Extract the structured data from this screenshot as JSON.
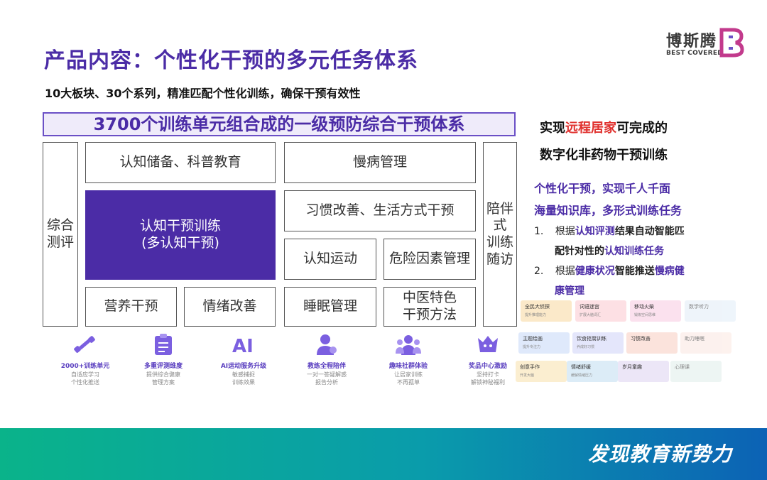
{
  "title": "产品内容：个性化干预的多元任务体系",
  "subtitle": "10大板块、30个系列，精准匹配个性化训练，确保干预有效性",
  "brand": {
    "name_cn": "博斯腾",
    "name_en": "BEST COVERED"
  },
  "banner": "3700个训练单元组合成的一级预防综合干预体系",
  "grid": {
    "left": "综合\n测评",
    "right": "陪伴\n式\n训练\n随访",
    "cognitive_reserve": "认知储备、科普教育",
    "intervention": "认知干预训练\n(多认知干预)",
    "nutrition": "营养干预",
    "emotion": "情绪改善",
    "chronic": "慢病管理",
    "habits": "习惯改善、生活方式干预",
    "exercise": "认知运动",
    "risk": "危险因素管理",
    "sleep": "睡眠管理",
    "tcm": "中医特色\n干预方法"
  },
  "features": [
    {
      "icon": "dumbbell-icon",
      "title": "2000+训练单元",
      "desc": "自适应学习\n个性化推送"
    },
    {
      "icon": "clipboard-icon",
      "title": "多重评测维度",
      "desc": "提供综合健康\n管理方案"
    },
    {
      "icon": "ai-icon",
      "title": "AI运动服务升级",
      "desc": "敏感捕捉\n训练效果"
    },
    {
      "icon": "coach-icon",
      "title": "教练全程陪伴",
      "desc": "一对一答疑解惑\n报告分析"
    },
    {
      "icon": "group-icon",
      "title": "趣味社群体验",
      "desc": "让居家训练\n不再孤单"
    },
    {
      "icon": "gift-icon",
      "title": "奖品中心激励",
      "desc": "坚持打卡\n解锁神秘福利"
    }
  ],
  "right": {
    "heading_1_pre": "实现",
    "heading_1_accent": "远程居家",
    "heading_1_post": "可完成的",
    "heading_2": "数字化非药物干预训练",
    "point_1": "个性化干预，实现千人千面",
    "point_2": "海量知识库，多形式训练任务",
    "item_1_num": "1.",
    "item_1_a": "根据",
    "item_1_b": "认知评测",
    "item_1_c": "结果自动智能匹",
    "item_1_d": "配针对性的",
    "item_1_e": "认知训练任务",
    "item_2_num": "2.",
    "item_2_a": "根据",
    "item_2_b": "健康状况",
    "item_2_c": "智能推送",
    "item_2_d": "慢病健",
    "item_2_e": "康管理"
  },
  "cards": [
    {
      "label": "全民大侦探",
      "sub": "提升推理能力",
      "bg": "#fbe9c9"
    },
    {
      "label": "词语迷宫",
      "sub": "扩展大脑词汇",
      "bg": "#fde0e4"
    },
    {
      "label": "移动火柴",
      "sub": "锻炼空间思维",
      "bg": "#fbe1ee"
    },
    {
      "label": "数学听力",
      "sub": "",
      "bg": "#e3eef8"
    },
    {
      "label": "主题绘画",
      "sub": "提升专注力",
      "bg": "#dfe9fb"
    },
    {
      "label": "饮食拒腐训练",
      "sub": "养成好习惯",
      "bg": "#e4e6fb"
    },
    {
      "label": "习惯改善",
      "sub": "",
      "bg": "#fbe3dc"
    },
    {
      "label": "助力睡眠",
      "sub": "",
      "bg": "#fbe9e3"
    },
    {
      "label": "创意手作",
      "sub": "开发大脑",
      "bg": "#fbeed0"
    },
    {
      "label": "情绪舒缓",
      "sub": "缓解情绪压力",
      "bg": "#dcecf7"
    },
    {
      "label": "岁月童趣",
      "sub": "",
      "bg": "#ece6f7"
    },
    {
      "label": "心理课",
      "sub": "",
      "bg": "#e2efec"
    }
  ],
  "slogan": "发现教育新势力"
}
